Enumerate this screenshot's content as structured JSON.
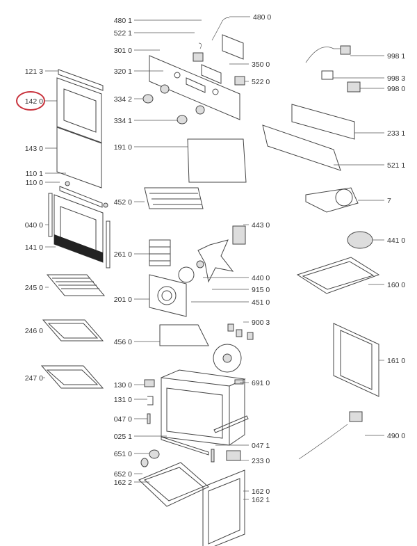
{
  "diagram": {
    "type": "exploded-parts-diagram",
    "highlight_color": "#c8323c",
    "highlighted_part": "142 0",
    "labels": [
      "121 3",
      "142 0",
      "143 0",
      "110 1",
      "110 0",
      "040 0",
      "141 0",
      "245 0",
      "246 0",
      "247 0",
      "480 1",
      "522 1",
      "301 0",
      "320 1",
      "334 2",
      "334 1",
      "191 0",
      "452 0",
      "261 0",
      "201 0",
      "456 0",
      "130 0",
      "131 0",
      "047 0",
      "025 1",
      "651 0",
      "652 0",
      "162 2",
      "480 0",
      "350 0",
      "522 0",
      "443 0",
      "440 0",
      "915 0",
      "451 0",
      "900 3",
      "691 0",
      "047 1",
      "233 0",
      "162 0",
      "162 1",
      "998 1",
      "998 3",
      "998 0",
      "233 1",
      "521 1",
      "7",
      "441 0",
      "160 0",
      "161 0",
      "490 0"
    ]
  }
}
